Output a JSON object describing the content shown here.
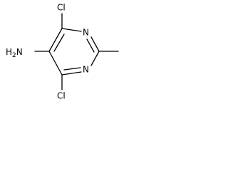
{
  "molecule": {
    "atoms": {
      "cl_top": "Cl",
      "cl_bottom": "Cl",
      "n_top": "N",
      "n_bottom": "N",
      "amine": "H2N",
      "amine_subscript": "2"
    }
  }
}
